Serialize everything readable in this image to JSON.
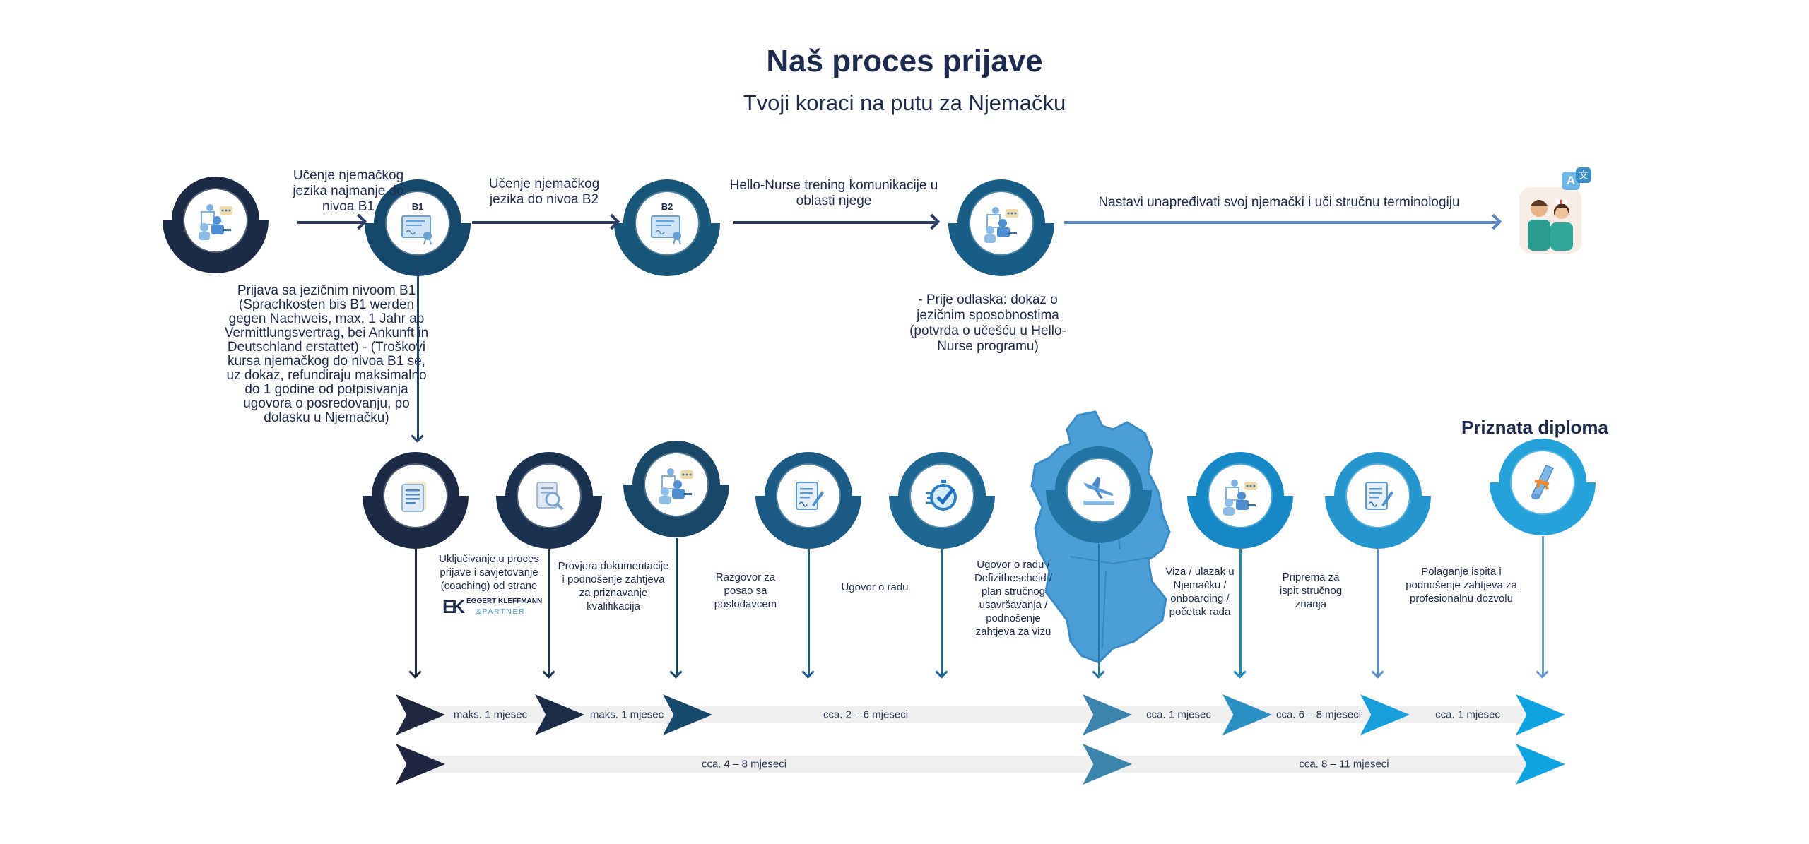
{
  "header": {
    "title": "Naš proces prijave",
    "subtitle": "Tvoji koraci na putu za Njemačku"
  },
  "top_row": {
    "steps": [
      {
        "icon": "video-call-icon",
        "color": "#1b2a45"
      },
      {
        "icon": "certificate-icon",
        "badge": "B1",
        "color": "#16486b"
      },
      {
        "icon": "certificate-icon",
        "badge": "B2",
        "color": "#175579"
      },
      {
        "icon": "video-call-icon",
        "color": "#175d86"
      }
    ],
    "arrows": [
      {
        "label": "Učenje njemačkog jezika najmanje do nivoa B1"
      },
      {
        "label": "Učenje njemačkog jezika do nivoa B2"
      },
      {
        "label": "Hello-Nurse trening komunikacije u oblasti njege"
      },
      {
        "label": "Nastavi unapređivati svoj njemački i uči stručnu terminologiju"
      }
    ],
    "b1_note": "Prijava sa jezičnim nivoom B1 (Sprachkosten bis B1 werden gegen Nachweis, max. 1 Jahr ab Vermittlungsvertrag, bei Ankunft in Deutschland erstattet) - (Troškovi kursa njemačkog do nivoa B1 se, uz dokaz, refundiraju maksimalno do 1 godine od potpisivanja ugovora o posredovanju, po dolasku u Njemačku)",
    "hello_nurse_note": "- Prije odlaska: dokaz o jezičnim sposobnostima (potvrda o učešću u Hello-Nurse programu)",
    "nurses_badge": {
      "icon": "translate-icon",
      "letter_a": "A",
      "letter_b": "文"
    }
  },
  "bottom_row": {
    "final_title": "Priznata diploma",
    "steps": [
      {
        "icon": "document-icon",
        "color": "#1c2a46",
        "label": "",
        "arrow_color": "#1c2a46"
      },
      {
        "icon": "document-search-icon",
        "color": "#1b3150",
        "label": "Uključivanje u proces prijave i savjetovanje (coaching) od strane",
        "arrow_color": "#1b3150"
      },
      {
        "icon": "video-call-icon",
        "color": "#194768",
        "label": "Provjera dokumentacije i podnošenje zahtjeva za priznavanje kvalifikacija",
        "arrow_color": "#194768"
      },
      {
        "icon": "contract-sign-icon",
        "color": "#1b5a84",
        "label": "Razgovor za posao sa poslodavcem",
        "arrow_color": "#1b5a84"
      },
      {
        "icon": "stopwatch-check-icon",
        "color": "#1d6792",
        "label": "Ugovor o radu",
        "arrow_color": "#1d6792"
      },
      {
        "icon": "airplane-landing-icon",
        "color": "#2174a3",
        "label": "Ugovor o radu / Defizitbescheid / plan stručnog usavršavanja / podnošenje zahtjeva za vizu",
        "arrow_color": "#2174a3"
      },
      {
        "icon": "video-call-icon",
        "color": "#1688c6",
        "label": "Viza / ulazak u Njemačku / onboarding / početak rada",
        "arrow_color": "#1688c6"
      },
      {
        "icon": "contract-sign-icon",
        "color": "#2596cd",
        "label": "Priprema za ispit stručnog znanja",
        "arrow_color": "#5b8fcf"
      },
      {
        "icon": "diploma-scroll-icon",
        "color": "#25a2da",
        "label": "Polaganje ispita i podnošenje zahtjeva za profesionalnu dozvolu",
        "arrow_color": "#6a9bd6"
      }
    ],
    "partner_logo": {
      "mark": "EK",
      "name": "EGGERT KLEFFMANN",
      "suffix": "&PARTNER"
    }
  },
  "timeline": {
    "row1": {
      "chevron_colors": [
        "#20283f",
        "#1a2c46",
        "#17496d",
        "#3b84ab",
        "#2a90c3",
        "#179fdb",
        "#0ea4e2"
      ],
      "segments": [
        "maks. 1 mjesec",
        "maks. 1 mjesec",
        "cca. 2 – 6 mjeseci",
        "cca. 1 mjesec",
        "cca. 6 – 8 mjeseci",
        "cca. 1 mjesec"
      ]
    },
    "row2": {
      "chevron_colors": [
        "#1f2541",
        "#3b84ab",
        "#0ea4e2"
      ],
      "segments": [
        "cca. 4 – 8 mjeseci",
        "cca. 8 – 11 mjeseci"
      ]
    }
  }
}
